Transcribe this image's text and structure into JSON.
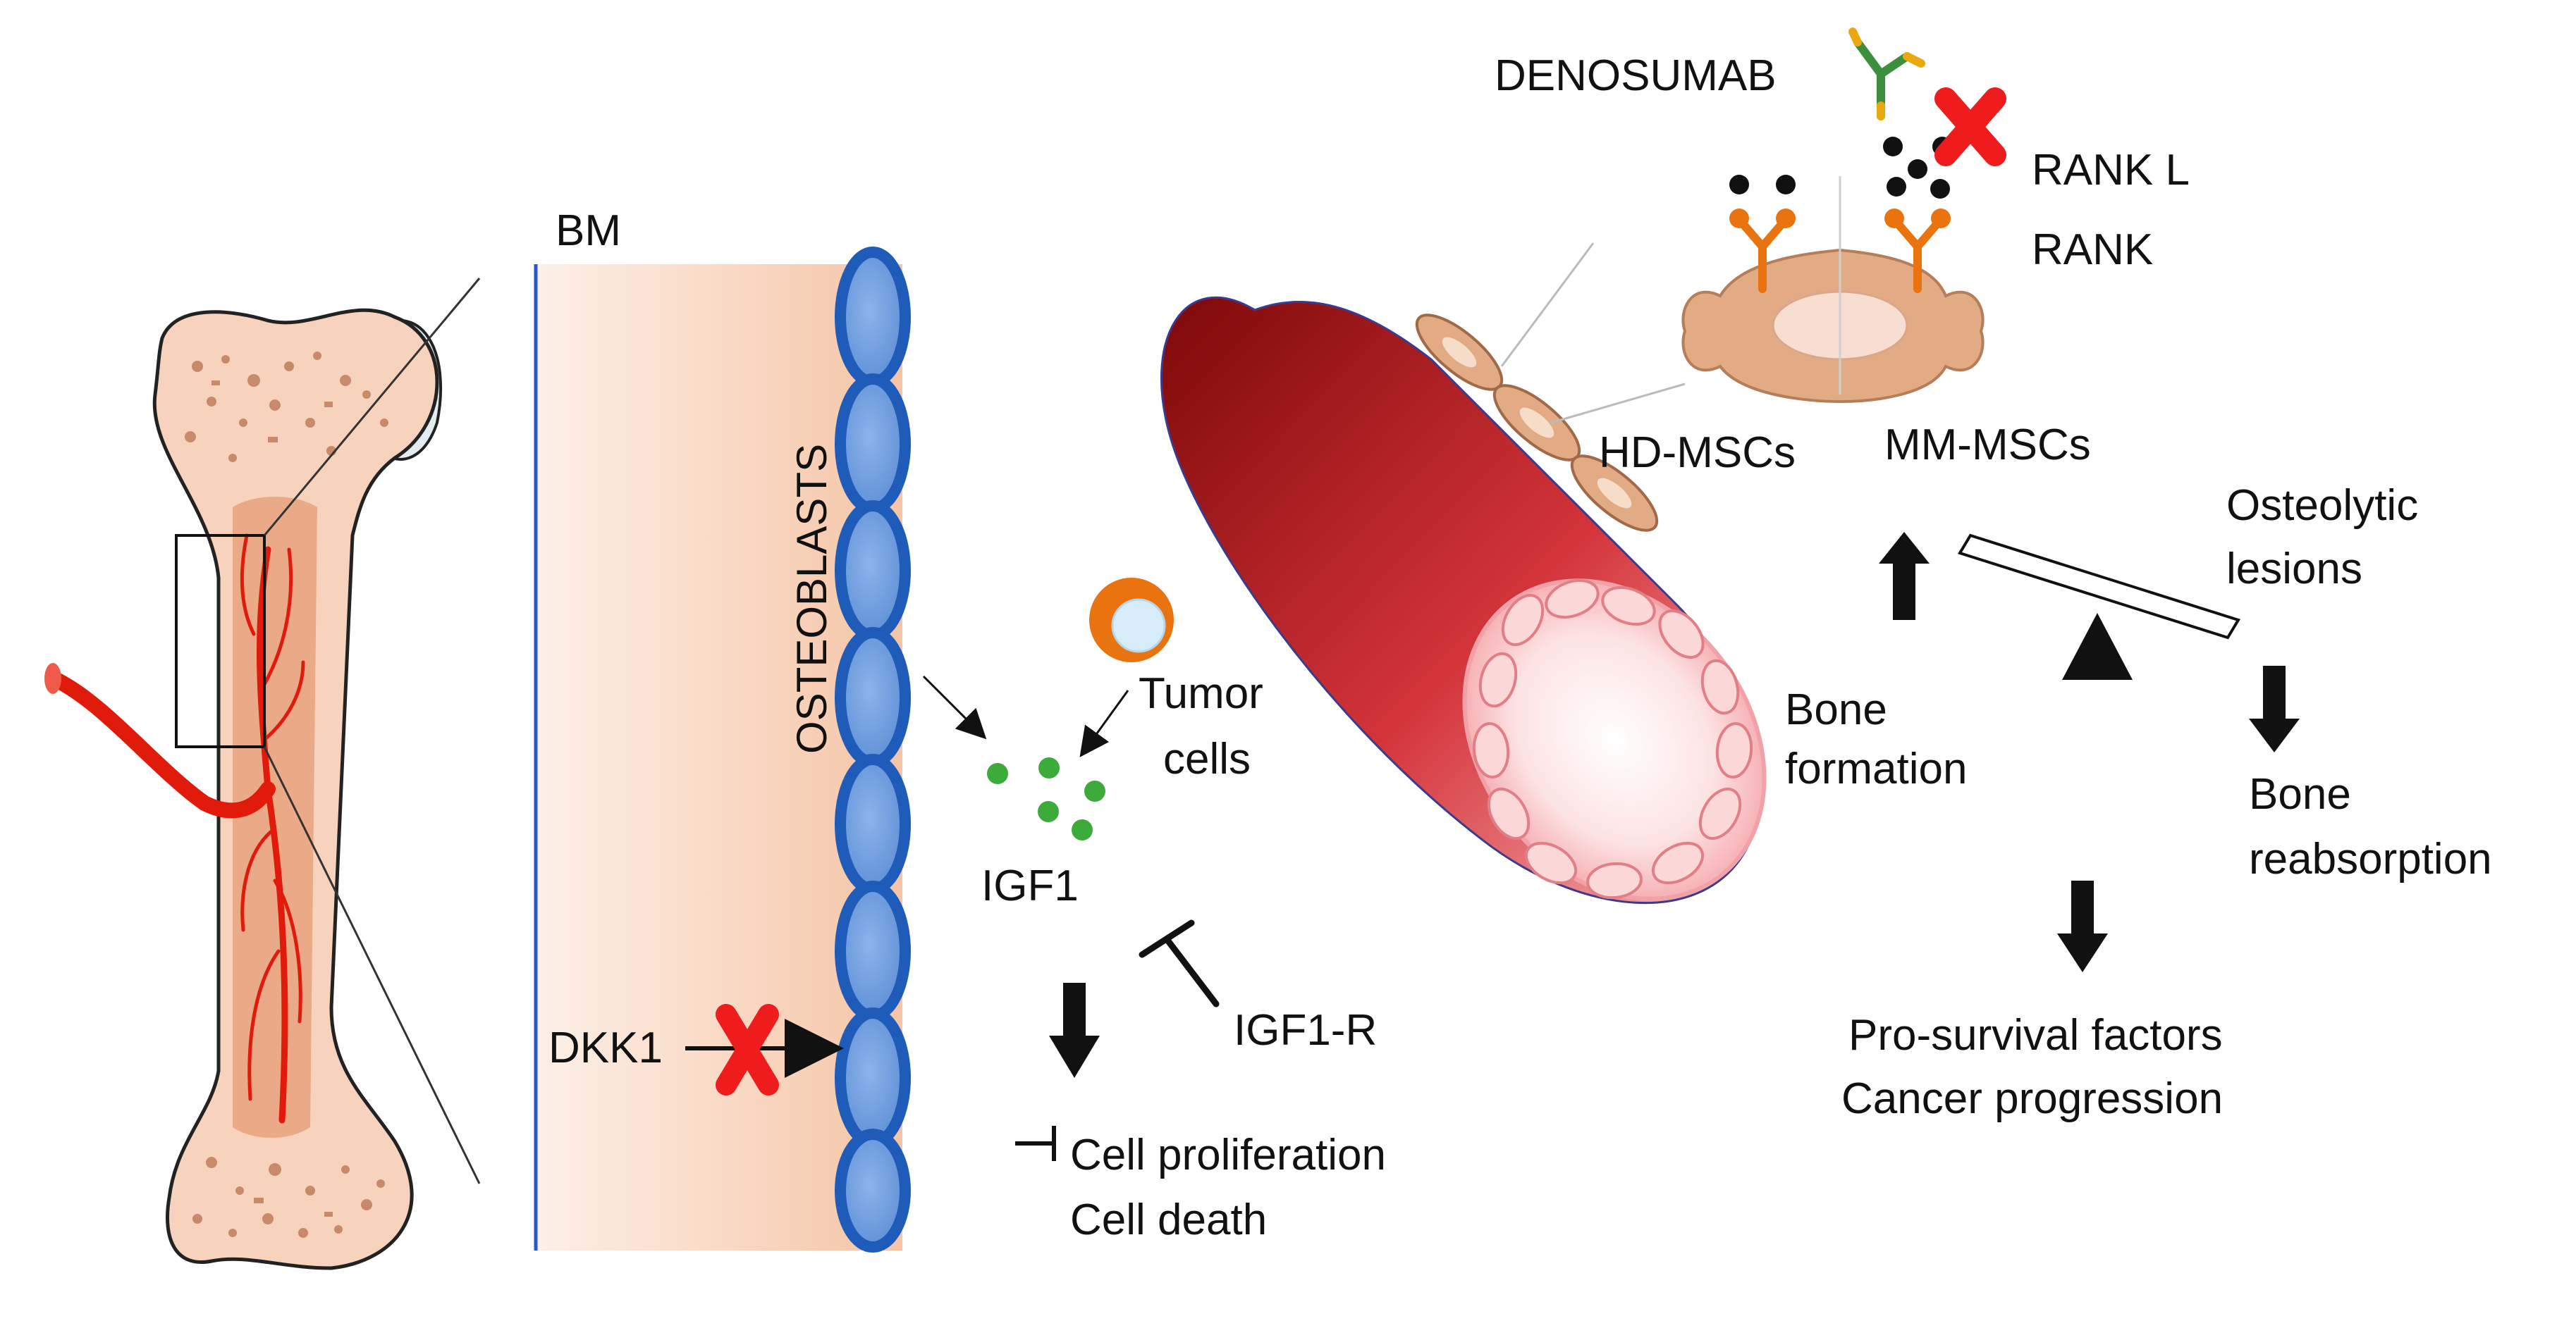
{
  "labels": {
    "bm": "BM",
    "osteoblasts": "OSTEOBLASTS",
    "dkk1": "DKK1",
    "tumor_cells_line1": "Tumor",
    "tumor_cells_line2": "cells",
    "igf1": "IGF1",
    "igf1r": "IGF1-R",
    "cell_proliferation": "Cell proliferation",
    "cell_death": "Cell death",
    "denosumab": "DENOSUMAB",
    "rankl": "RANK L",
    "rank": "RANK",
    "hd_mscs": "HD-MSCs",
    "mm_mscs": "MM-MSCs",
    "bone_formation_line1": "Bone",
    "bone_formation_line2": "formation",
    "osteolytic_line1": "Osteolytic",
    "osteolytic_line2": "lesions",
    "bone_reabsorption_line1": "Bone",
    "bone_reabsorption_line2": "reabsorption",
    "pro_survival": "Pro-survival factors",
    "cancer_progression": "Cancer progression"
  },
  "colors": {
    "bone": "#f7d3bd",
    "marrow": "#e8a27e",
    "vessel": "#e01b0b",
    "osteoblast": "#2f6fc6",
    "osteoblast_light": "#7fa7e3",
    "tumor": "#e8730f",
    "igf1_dot": "#3cab3c",
    "block_x": "#ee1c1c",
    "receptor": "#e8730f",
    "msc": "#e2ab84",
    "cylinder_dark": "#8c0a0a",
    "cylinder_light": "#f7a6a6"
  }
}
